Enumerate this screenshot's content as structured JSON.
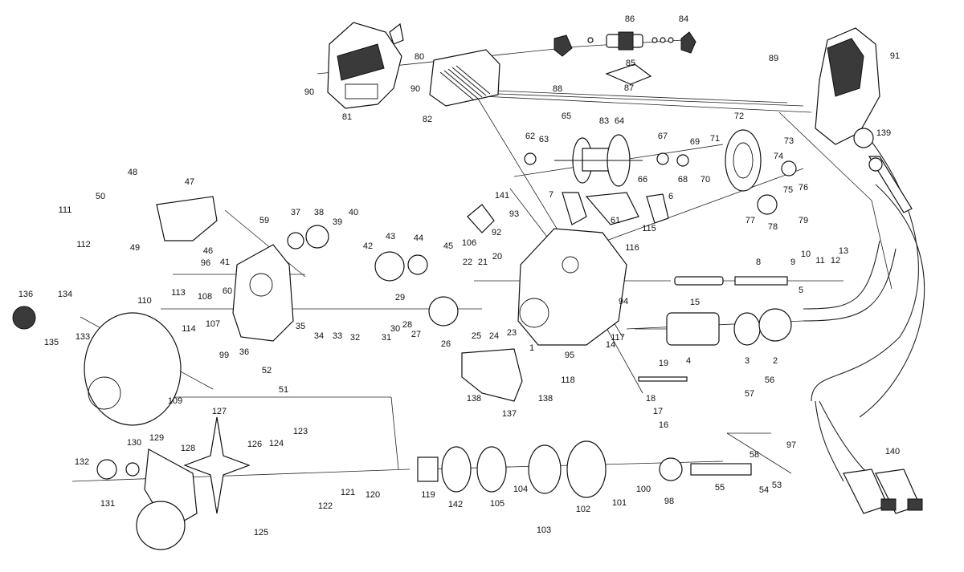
{
  "labels": [
    "1",
    "2",
    "3",
    "4",
    "5",
    "6",
    "7",
    "8",
    "9",
    "10",
    "11",
    "12",
    "13",
    "14",
    "15",
    "16",
    "17",
    "18",
    "19",
    "20",
    "21",
    "22",
    "23",
    "24",
    "25",
    "26",
    "27",
    "28",
    "29",
    "30",
    "31",
    "32",
    "33",
    "34",
    "35",
    "36",
    "37",
    "38",
    "39",
    "40",
    "41",
    "42",
    "43",
    "44",
    "45",
    "46",
    "47",
    "48",
    "49",
    "50",
    "51",
    "52",
    "53",
    "54",
    "55",
    "56",
    "57",
    "58",
    "59",
    "60",
    "61",
    "62",
    "63",
    "64",
    "65",
    "66",
    "67",
    "68",
    "69",
    "70",
    "71",
    "72",
    "73",
    "74",
    "75",
    "76",
    "77",
    "78",
    "79",
    "80",
    "81",
    "82",
    "83",
    "84",
    "85",
    "86",
    "87",
    "88",
    "89",
    "90",
    "91",
    "92",
    "93",
    "94",
    "95",
    "96",
    "97",
    "98",
    "99",
    "100",
    "101",
    "102",
    "103",
    "104",
    "105",
    "106",
    "107",
    "108",
    "109",
    "110",
    "111",
    "112",
    "113",
    "114",
    "115",
    "116",
    "117",
    "118",
    "119",
    "120",
    "121",
    "122",
    "123",
    "124",
    "125",
    "126",
    "127",
    "128",
    "129",
    "130",
    "131",
    "132",
    "133",
    "134",
    "135",
    "136",
    "137",
    "138",
    "139",
    "140",
    "141",
    "142"
  ],
  "extra_labels": {
    "label_138b": "138",
    "label_90b": "90"
  }
}
